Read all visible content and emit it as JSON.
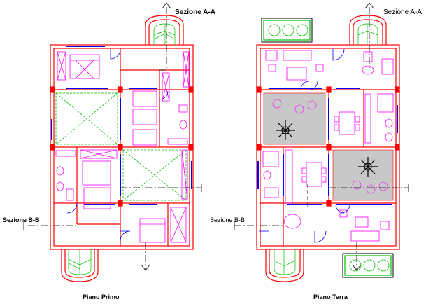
{
  "labels": {
    "section_aa_left": "Sezione A-A",
    "section_aa_right": "Sezione A-A",
    "section_bb_left": "Sezione B-B",
    "section_bb_right": "Sezione B-B",
    "plan_left": "Piano Primo",
    "plan_right": "Piano Terra"
  },
  "colors": {
    "walls": "#ff0000",
    "furniture": "#ff00ff",
    "windows": "#0000ff",
    "openings": "#00c000",
    "section_line": "#000000",
    "paving": "#c8c8c8"
  }
}
